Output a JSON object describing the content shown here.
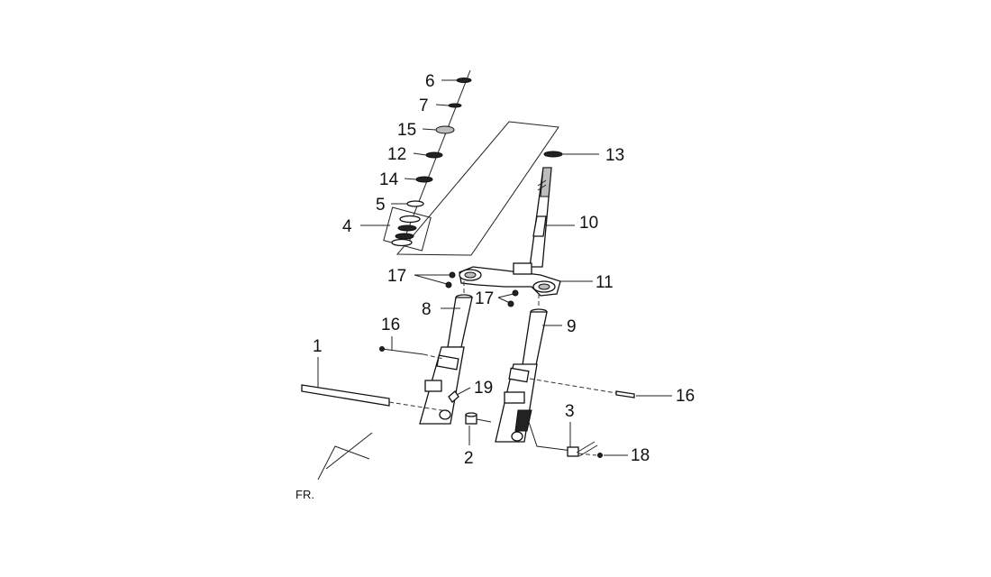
{
  "callouts": [
    {
      "id": "c6",
      "text": "6"
    },
    {
      "id": "c7",
      "text": "7"
    },
    {
      "id": "c15",
      "text": "15"
    },
    {
      "id": "c12",
      "text": "12"
    },
    {
      "id": "c14",
      "text": "14"
    },
    {
      "id": "c5",
      "text": "5"
    },
    {
      "id": "c4",
      "text": "4"
    },
    {
      "id": "c13",
      "text": "13"
    },
    {
      "id": "c10",
      "text": "10"
    },
    {
      "id": "c17a",
      "text": "17"
    },
    {
      "id": "c17b",
      "text": "17"
    },
    {
      "id": "c11",
      "text": "11"
    },
    {
      "id": "c8",
      "text": "8"
    },
    {
      "id": "c9",
      "text": "9"
    },
    {
      "id": "c16a",
      "text": "16"
    },
    {
      "id": "c16b",
      "text": "16"
    },
    {
      "id": "c1",
      "text": "1"
    },
    {
      "id": "c19",
      "text": "19"
    },
    {
      "id": "c3",
      "text": "3"
    },
    {
      "id": "c2",
      "text": "2"
    },
    {
      "id": "c18",
      "text": "18"
    }
  ],
  "direction_label": "FR."
}
